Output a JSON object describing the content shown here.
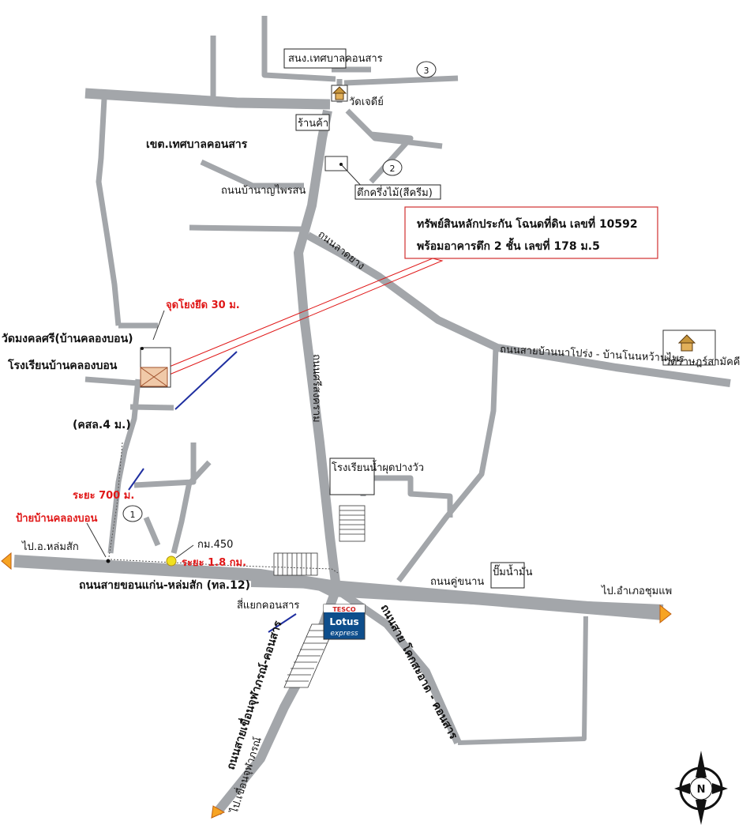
{
  "colors": {
    "road": "#a3a6aa",
    "highlight": "#e01818",
    "callout_border": "#d03030",
    "arrow": "#f7a423",
    "marker": "#f0e020",
    "blue_line": "#1f2fa0",
    "plot": "#f0c9a8"
  },
  "labels": {
    "office": "สนง.เทศบาลคอนสาร",
    "marker3": "3",
    "temple_chedi": "วัดเจดีย์",
    "shop": "ร้านค้า",
    "municipal_zone": "เขต.เทศบาลคอนสาร",
    "marker2": "2",
    "road_ban_na": "ถนนบ้านาญไพรสน",
    "wooden_building": "ตึกครึ่งไม้(สีครีม)",
    "road_lat_yang": "ถนนลาดยาง",
    "jud_yong_yued": "จุดโยงยึด 30 ม.",
    "temple_mongkhon": "วัดมงคลศรี(บ้านคลองบอน)",
    "school_khlong_bon": "โรงเรียนบ้านคลองบอน",
    "road_na_prong": "ถนนสายบ้านนาโปร่ง - บ้านโนนหว้านไพร",
    "temple_rat": "วัดราษฎร์สามัคคี",
    "road_vertical": "ถนนศรีสงคราม",
    "khsl": "(คสล.4 ม.)",
    "school_nam_phu": "โรงเรียนน้ำผุดปางวัว",
    "distance_700": "ระยะ 700 ม.",
    "marker1": "1",
    "sign_khlong_bon": "ป้ายบ้านคลองบอน",
    "to_lom_sak": "ไป.อ.หล่มสัก",
    "km450": "กม.450",
    "distance_1_8": "ระยะ 1.8 กม.",
    "highway": "ถนนสายขอนแก่น-หล่มสัก (ทล.12)",
    "road_khu_khanan": "ถนนคู่ขนาน",
    "gas_station": "ปั๊มน้ำมัน",
    "to_chum_phae": "ไป.อำเภอชุมแพ",
    "intersection": "สี่แยกคอนสาร",
    "tesco": "TESCO",
    "lotus": "Lotus",
    "express": "express",
    "road_khok_sa_at": "ถนนสาย โคกสะอาด - คอนสาร",
    "road_chulabhorn": "ถนนสายเขื่อนจุฬาภรณ์-คอนสาร",
    "to_dam": "ไป.เขื่อนจุฬาภรณ์",
    "north": "N"
  },
  "callout": {
    "line1": "ทรัพย์สินหลักประกัน โฉนดที่ดิน เลขที่ 10592",
    "line2": "พร้อมอาคารตึก 2 ชั้น เลขที่ 178 ม.5"
  }
}
